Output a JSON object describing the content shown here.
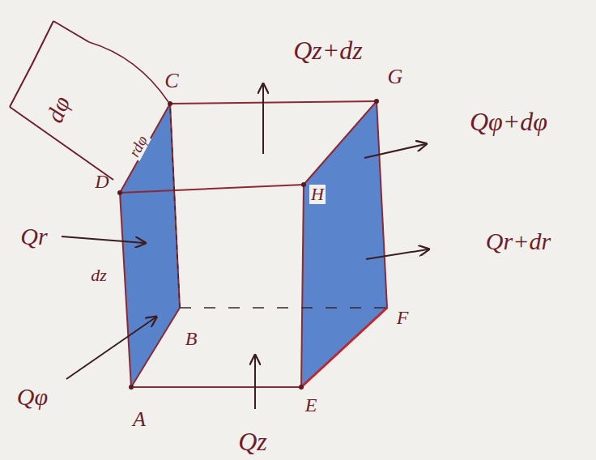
{
  "diagram": {
    "labels": [
      "dφ",
      "C",
      "rdφ",
      "Qz+dz",
      "G",
      "Qφ+dφ",
      "D",
      "H",
      "Qr",
      "Qr+dr",
      "dz",
      "B",
      "F",
      "Qφ",
      "A",
      "E",
      "Qz"
    ]
  }
}
